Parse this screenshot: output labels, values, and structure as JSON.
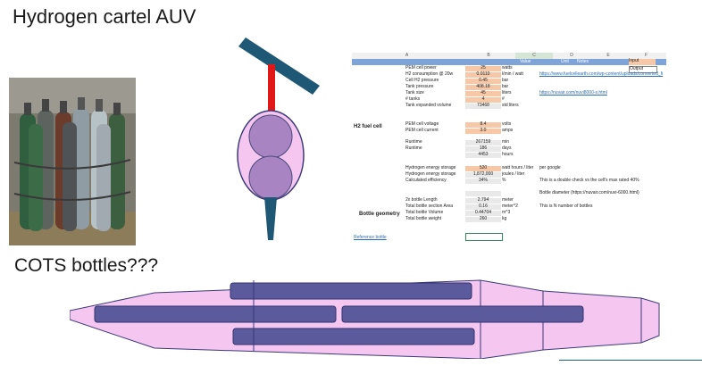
{
  "title": "Hydrogen cartel AUV",
  "subtitle": "COTS bottles???",
  "colors": {
    "teal": "#1f5874",
    "mast_red": "#e01818",
    "hull_pink": "#f4c6f0",
    "bottle_purple": "#a884c3",
    "tube_blue": "#5a5a9c",
    "header_blue": "#7ea4d8",
    "input_orange": "#f6c8a7"
  },
  "spreadsheet": {
    "columns": [
      "A",
      "B",
      "C",
      "D",
      "E",
      "F"
    ],
    "header_row": {
      "value": "Value",
      "unit": "Unit",
      "notes": "Notes",
      "input": "Input"
    },
    "output_label": "Output",
    "section_h2": "H2 fuel cell",
    "section_bottle": "Bottle geometry",
    "reference_link": "Reference bottle",
    "rows": [
      {
        "label": "PEM cell power",
        "value": "25",
        "unit": "watts",
        "notes": "",
        "style": "orange"
      },
      {
        "label": "H2 consumption @ 20w",
        "value": "0.0110",
        "unit": "l/min / watt",
        "notes": "https://www.fuelcellearth.com/wp-content/uploads/converted_fi",
        "style": "orange"
      },
      {
        "label": "Cell H2 pressure",
        "value": "0.45",
        "unit": "bar",
        "notes": "",
        "style": "orange"
      },
      {
        "label": "Tank pressure",
        "value": "408.18",
        "unit": "bar",
        "notes": "",
        "style": "orange"
      },
      {
        "label": "Tank size",
        "value": "45",
        "unit": "liters",
        "notes": "https://nuvair.com/nuvi8000-s.html",
        "style": "orange"
      },
      {
        "label": "# tanks",
        "value": "4",
        "unit": "#",
        "notes": "",
        "style": "orange"
      },
      {
        "label": "Tank expanded volume",
        "value": "73468",
        "unit": "std liters",
        "notes": "",
        "style": "grey"
      },
      {
        "label": "PEM cell voltage",
        "value": "8.4",
        "unit": "volts",
        "notes": "",
        "style": "orange"
      },
      {
        "label": "PEM cell current",
        "value": "3.0",
        "unit": "amps",
        "notes": "",
        "style": "orange"
      },
      {
        "label": "Runtime",
        "value": "267159",
        "unit": "min",
        "notes": "",
        "style": "grey"
      },
      {
        "label": "Runtime",
        "value": "186",
        "unit": "days",
        "notes": "",
        "style": "grey"
      },
      {
        "label": "",
        "value": "4453",
        "unit": "hours",
        "notes": "",
        "style": "grey"
      },
      {
        "label": "Hydrogen energy storage",
        "value": "520",
        "unit": "watt hours / liter",
        "notes": "per google",
        "style": "orange"
      },
      {
        "label": "Hydrogen energy storage",
        "value": "1,872,000",
        "unit": "joules / liter",
        "notes": "",
        "style": "grey"
      },
      {
        "label": "Calculated efficiency",
        "value": "34%",
        "unit": "%",
        "notes": "This is a double check vs the cell's max rated 40%",
        "style": "grey"
      },
      {
        "label": "",
        "value": "",
        "unit": "",
        "notes": "Bottle diameter (https://nuvair.com/nuvi-6000.html)",
        "style": "grey"
      },
      {
        "label": "2x bottle Length",
        "value": "2.794",
        "unit": "meter",
        "notes": "",
        "style": "grey"
      },
      {
        "label": "Total bottle section Area",
        "value": "0.16",
        "unit": "meter^2",
        "notes": "This is N number of bottles",
        "style": "grey"
      },
      {
        "label": "Total bottle Volume",
        "value": "0.44704",
        "unit": "m^3",
        "notes": "",
        "style": "grey"
      },
      {
        "label": "Total bottle weight",
        "value": "260",
        "unit": "kg",
        "notes": "",
        "style": "grey"
      }
    ]
  }
}
